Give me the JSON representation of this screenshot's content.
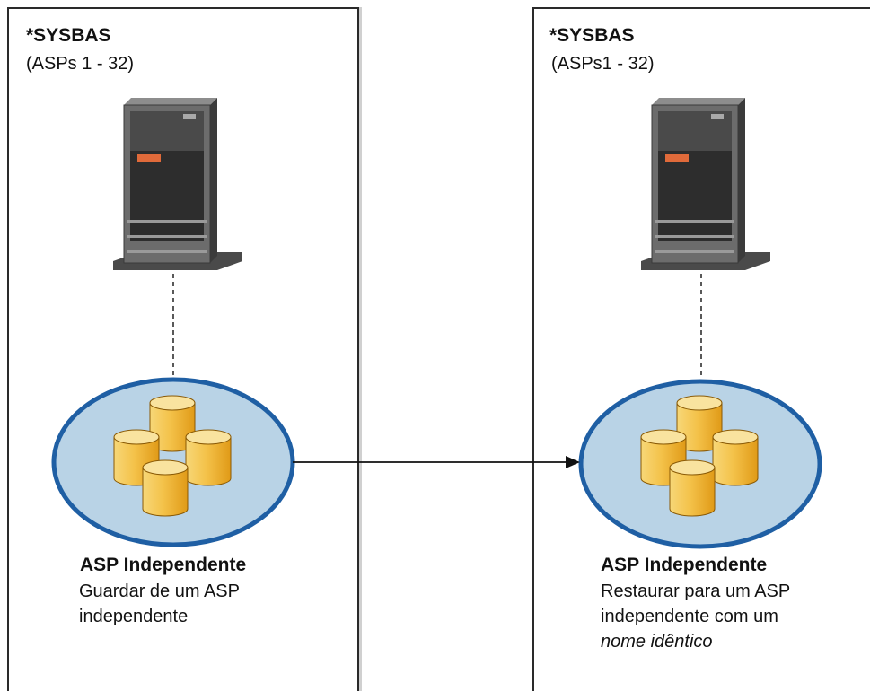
{
  "left": {
    "title": "*SYSBAS",
    "subtitle": "(ASPs 1 - 32)",
    "asp_title": "ASP Independente",
    "asp_desc_1": "Guardar de um ASP",
    "asp_desc_2": "independente"
  },
  "right": {
    "title": "*SYSBAS",
    "subtitle": "(ASPs1 - 32)",
    "asp_title": "ASP Independente",
    "asp_desc_1": "Restaurar para um ASP",
    "asp_desc_2": "independente com um",
    "asp_desc_3": "nome idêntico"
  },
  "colors": {
    "ellipse_fill": "#b9d3e6",
    "ellipse_stroke": "#1f5fa4",
    "cylinder": "#f2b634",
    "server_body": "#5a5a5a",
    "server_accent": "#e06a3a"
  },
  "icons": [
    "server-icon",
    "disk-pool-icon",
    "arrow-icon"
  ]
}
